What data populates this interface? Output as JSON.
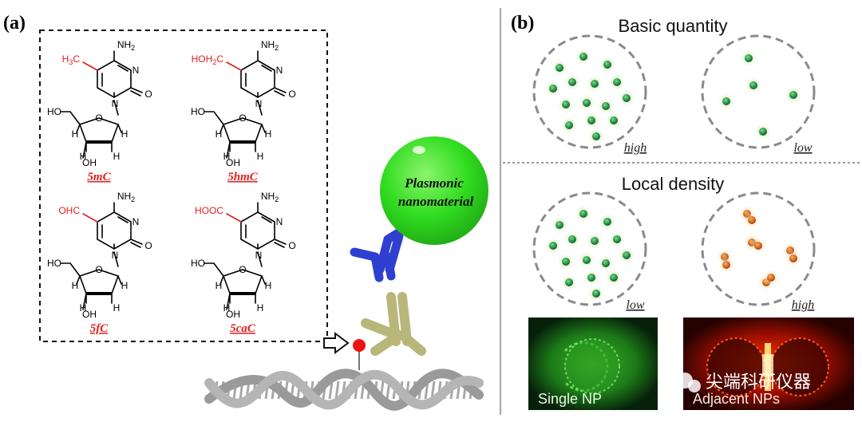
{
  "panel_a": {
    "label": "(a)",
    "molecules": [
      {
        "name": "5mC",
        "group": "H3C",
        "amine": "NH2",
        "atoms": [
          "N",
          "N",
          "O",
          "HO",
          "O",
          "H",
          "H",
          "H",
          "H",
          "OH"
        ]
      },
      {
        "name": "5hmC",
        "group": "HOH2C",
        "amine": "NH2",
        "atoms": [
          "N",
          "N",
          "O",
          "HO",
          "O",
          "H",
          "H",
          "H",
          "H",
          "OH"
        ]
      },
      {
        "name": "5fC",
        "group": "OHC",
        "amine": "NH2",
        "atoms": [
          "N",
          "N",
          "O",
          "HO",
          "O",
          "H",
          "H",
          "H",
          "H",
          "OH"
        ]
      },
      {
        "name": "5caC",
        "group": "HOOC",
        "amine": "NH2",
        "atoms": [
          "N",
          "N",
          "O",
          "HO",
          "O",
          "H",
          "H",
          "H",
          "H",
          "OH"
        ]
      }
    ],
    "nanomaterial_label_line1": "Plasmonic",
    "nanomaterial_label_line2": "nanomaterial"
  },
  "panel_b": {
    "label": "(b)",
    "section1_title": "Basic quantity",
    "section1_captions": [
      "high",
      "low"
    ],
    "section2_title": "Local density",
    "section2_captions": [
      "low",
      "high"
    ],
    "image_left_label": "Single NP",
    "image_right_label": "Adjacent NPs"
  },
  "watermark": "尖端科研仪器",
  "colors": {
    "red": "#e21d1d",
    "green_np": "#1f8a3a",
    "orange_np": "#e0701e",
    "sphere": "#33dd22",
    "antibody_blue": "#2f3fcf",
    "antibody_olive": "#b9b67a"
  }
}
